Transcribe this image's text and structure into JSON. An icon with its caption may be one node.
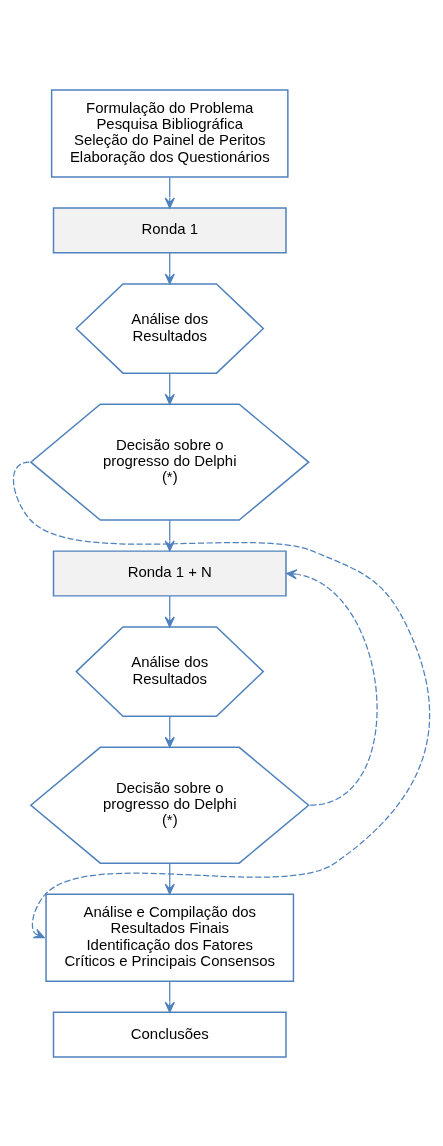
{
  "diagram": {
    "nodes": [
      {
        "text": [
          "Formulação do Problema",
          "Pesquisa Bibliográfica",
          "Seleção do Painel de Peritos",
          "Elaboração dos Questionários"
        ]
      },
      {
        "text": [
          "Ronda 1"
        ]
      },
      {
        "text": [
          "Análise dos Resultados"
        ]
      },
      {
        "text": [
          "Decisão sobre o progresso do Delphi (*)"
        ]
      },
      {
        "text": [
          "Ronda 1 + N"
        ]
      },
      {
        "text": [
          "Análise dos Resultados"
        ]
      },
      {
        "text": [
          "Decisão sobre o progresso do Delphi (*)"
        ]
      },
      {
        "text": [
          "Análise e Compilação dos Resultados Finais",
          "Identificação dos Fatores Críticos e Principais Consensos"
        ]
      },
      {
        "text": [
          "Conclusões"
        ]
      }
    ],
    "edges": [
      {
        "from": 0,
        "to": 1,
        "arrow": "to"
      },
      {
        "from": 1,
        "to": 2,
        "arrow": "to"
      },
      {
        "from": 2,
        "to": 3,
        "arrow": "to"
      },
      {
        "from": 3,
        "to": 4,
        "arrow": "to"
      },
      {
        "from": 3,
        "to": 7,
        "arrow": "to",
        "style": "dashed"
      },
      {
        "from": 4,
        "to": 5,
        "arrow": "to"
      },
      {
        "from": 5,
        "to": 6,
        "arrow": "to"
      },
      {
        "from": 6,
        "to": 4,
        "arrow": "to",
        "style": "dashed"
      },
      {
        "from": 6,
        "to": 7,
        "arrow": "to"
      },
      {
        "from": 7,
        "to": 8,
        "arrow": "to"
      }
    ]
  }
}
